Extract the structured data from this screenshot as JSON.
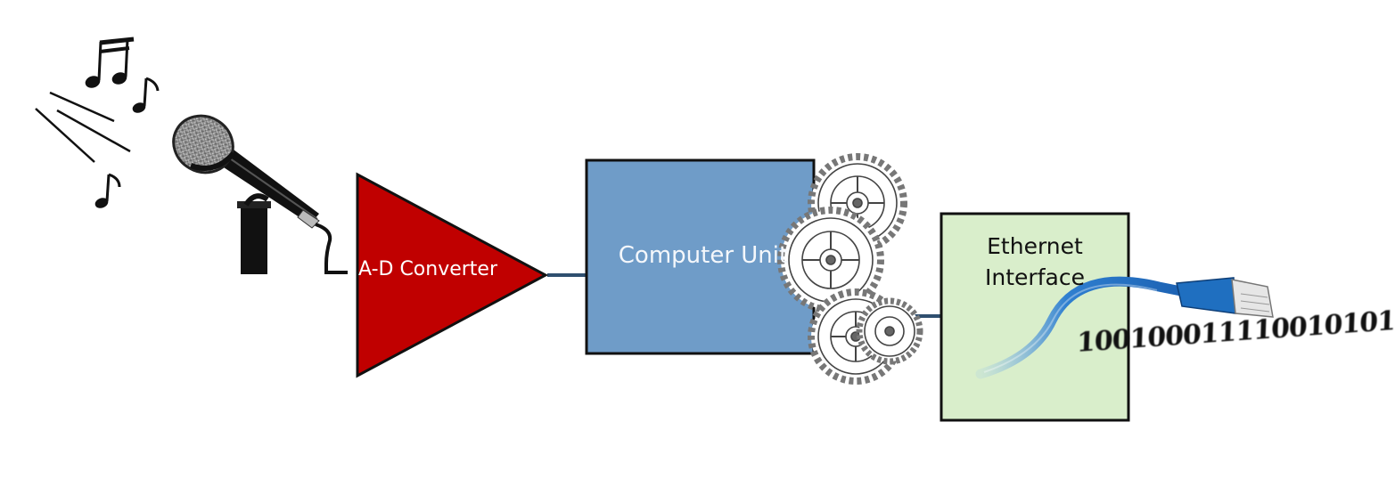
{
  "diagram": {
    "blocks": {
      "adc": {
        "label": "A-D Converter",
        "fill": "#c00000"
      },
      "computer": {
        "label": "Computer Unit",
        "fill": "#6f9cc8"
      },
      "ethernet": {
        "label_line1": "Ethernet",
        "label_line2": "Interface",
        "fill": "#d9eecb"
      }
    },
    "binary_stream": "100100011110010101",
    "icons": [
      "music-notes-icon",
      "sound-waves-icon",
      "microphone-icon",
      "gears-icon",
      "ethernet-cable-icon"
    ],
    "colors": {
      "wire": "#2f4f6f",
      "outline": "#111111",
      "cable": "#1f6fc0"
    }
  }
}
